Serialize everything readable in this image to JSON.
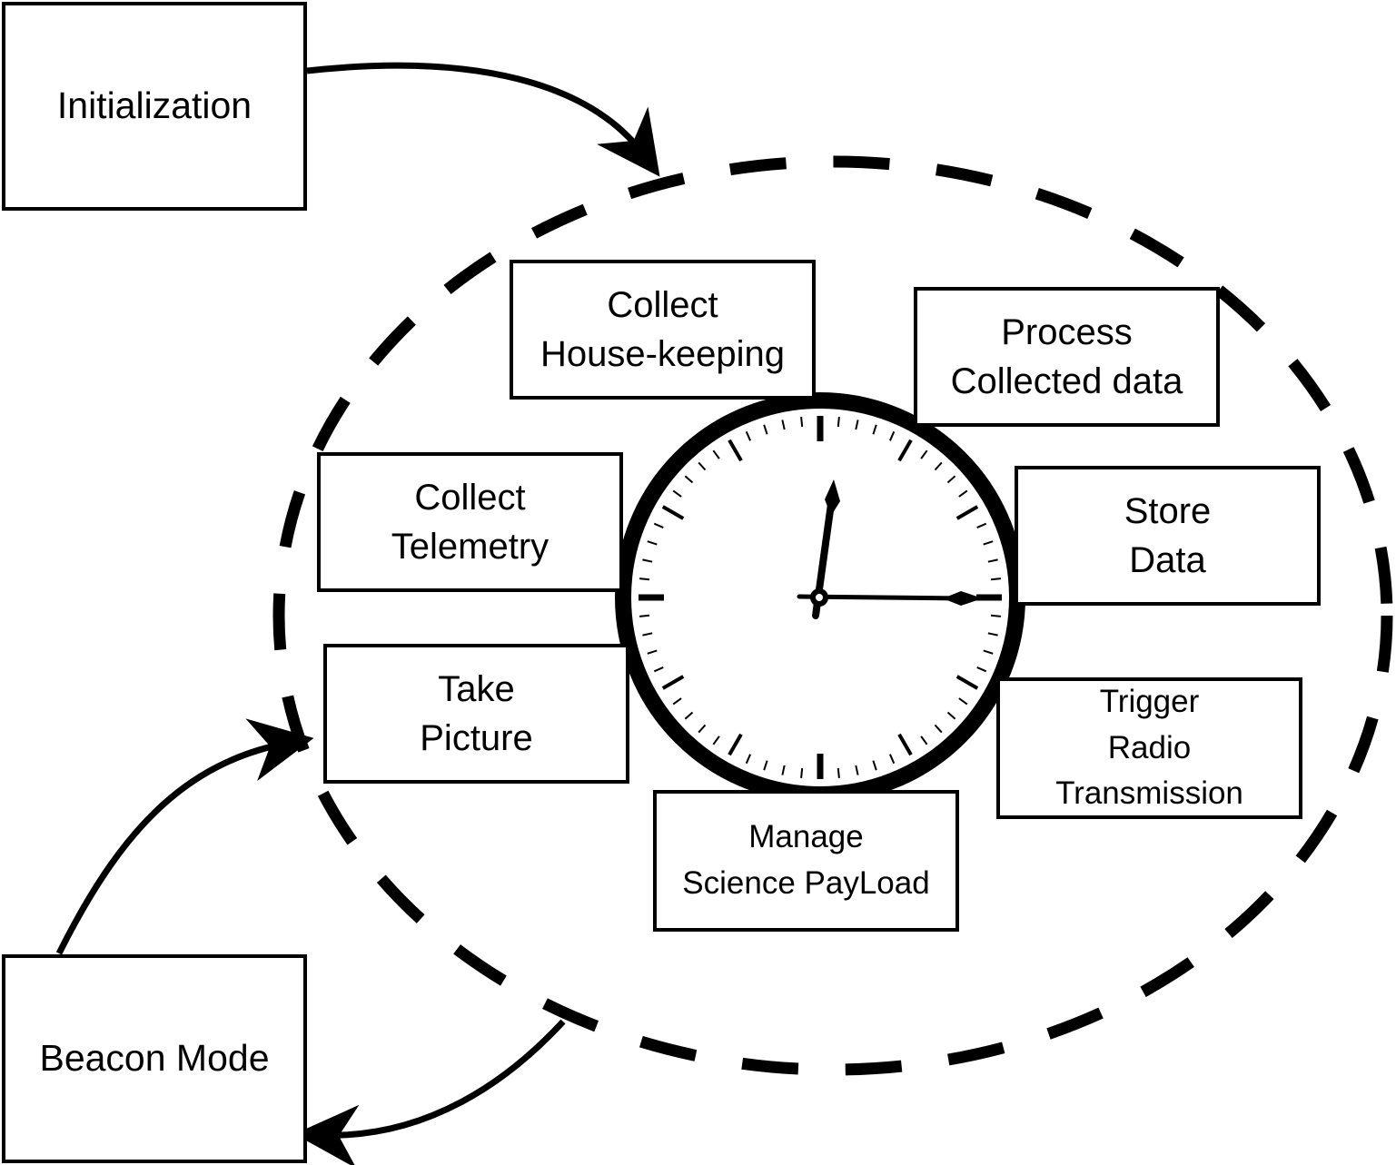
{
  "nodes": {
    "initialization": {
      "lines": [
        "Initialization"
      ]
    },
    "beacon_mode": {
      "lines": [
        "Beacon Mode"
      ]
    },
    "collect_housekeeping": {
      "lines": [
        "Collect",
        "House-keeping"
      ]
    },
    "process_collected_data": {
      "lines": [
        "Process",
        "Collected data"
      ]
    },
    "collect_telemetry": {
      "lines": [
        "Collect",
        "Telemetry"
      ]
    },
    "store_data": {
      "lines": [
        "Store",
        "Data"
      ]
    },
    "take_picture": {
      "lines": [
        "Take",
        "Picture"
      ]
    },
    "trigger_radio_transmission": {
      "lines": [
        "Trigger",
        "Radio",
        "Transmission"
      ]
    },
    "manage_science_payload": {
      "lines": [
        "Manage",
        "Science PayLoad"
      ]
    }
  },
  "edges": [
    {
      "from": "initialization",
      "to": "main-loop"
    },
    {
      "from": "beacon_mode",
      "to": "main-loop"
    },
    {
      "from": "main-loop",
      "to": "beacon_mode"
    }
  ],
  "clock": {
    "hour": 12,
    "minute": 15,
    "icon": "clock-icon"
  },
  "colors": {
    "stroke": "#000000",
    "background": "#ffffff"
  }
}
